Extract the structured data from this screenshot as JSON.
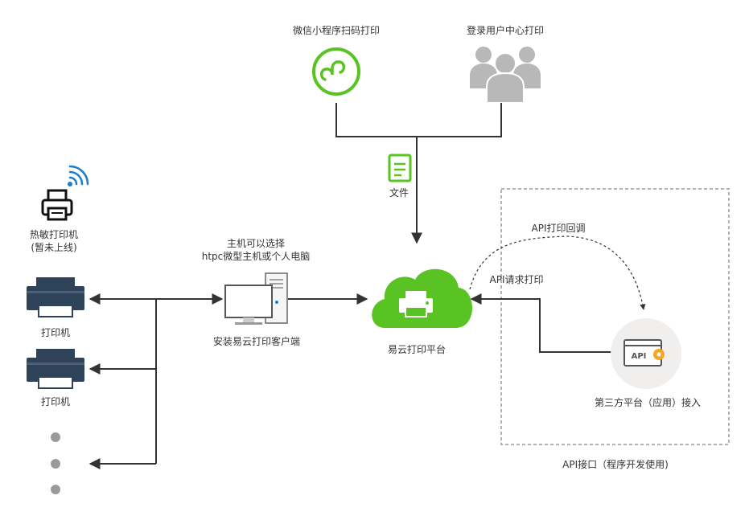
{
  "labels": {
    "miniprogram": "微信小程序扫码打印",
    "user_center": "登录用户中心打印",
    "file": "文件",
    "thermal_line1": "热敏打印机",
    "thermal_line2": "(暂未上线)",
    "printer1": "打印机",
    "printer2": "打印机",
    "host_line1": "主机可以选择",
    "host_line2": "htpc微型主机或个人电脑",
    "client": "安装易云打印客户端",
    "platform": "易云打印平台",
    "api_callback": "API打印回调",
    "api_request": "API请求打印",
    "third_party": "第三方平台（应用）接入",
    "api_interface": "API接口（程序开发使用)",
    "api_badge": "API"
  },
  "colors": {
    "green": "#58c322",
    "dark_line": "#333333",
    "printer_navy": "#2f4358",
    "gray_icon": "#b8b8b8",
    "dot_gray": "#9a9a9a",
    "api_circle": "#f1efed",
    "api_gear": "#f5a623"
  },
  "icons": [
    "miniprogram-icon",
    "users-icon",
    "file-icon",
    "wifi-icon",
    "thermal-printer-icon",
    "printer-icon",
    "computer-icon",
    "cloud-printer-icon",
    "api-icon",
    "more-dot-icon"
  ]
}
